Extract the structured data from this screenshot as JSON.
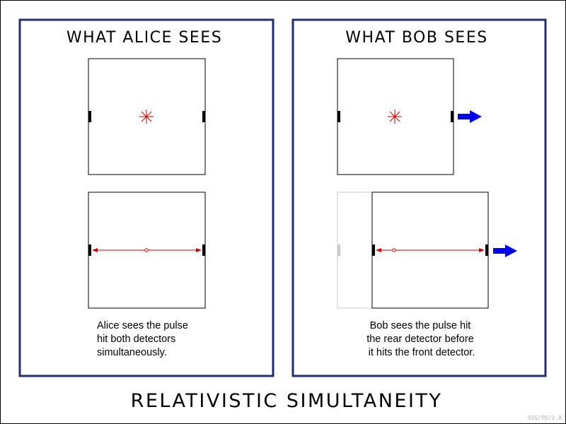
{
  "panels": {
    "left": {
      "title": "WHAT ALICE SEES",
      "caption": [
        "Alice sees the pulse",
        "hit both detectors",
        "simultaneously."
      ]
    },
    "right": {
      "title": "WHAT BOB SEES",
      "caption": [
        "Bob sees the pulse hit",
        "the rear detector before",
        "it hits the front detector."
      ]
    }
  },
  "main_title": "RELATIVISTIC SIMULTANEITY",
  "credit": "SVG/PD/2.0",
  "colors": {
    "frame": "#1f2f6f",
    "pulse": "#cc0000",
    "motion_arrow": "#0000ee",
    "detector": "#000000",
    "ghost": "#c8c8c8",
    "box": "#000000"
  },
  "icons": {
    "flash": "light-flash-icon",
    "motion": "motion-arrow-icon"
  }
}
